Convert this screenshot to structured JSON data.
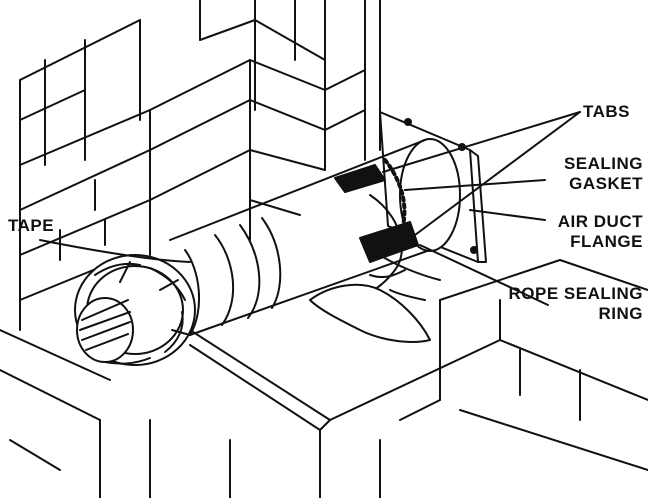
{
  "labels": {
    "tabs": "TABS",
    "sealing_gasket": [
      "SEALING",
      "GASKET"
    ],
    "air_duct_flange": [
      "AIR DUCT",
      "FLANGE"
    ],
    "rope_sealing_ring": [
      "ROPE SEALING",
      "RING"
    ],
    "tape": "TAPE"
  },
  "colors": {
    "ink": "#111111",
    "paper": "#ffffff"
  }
}
